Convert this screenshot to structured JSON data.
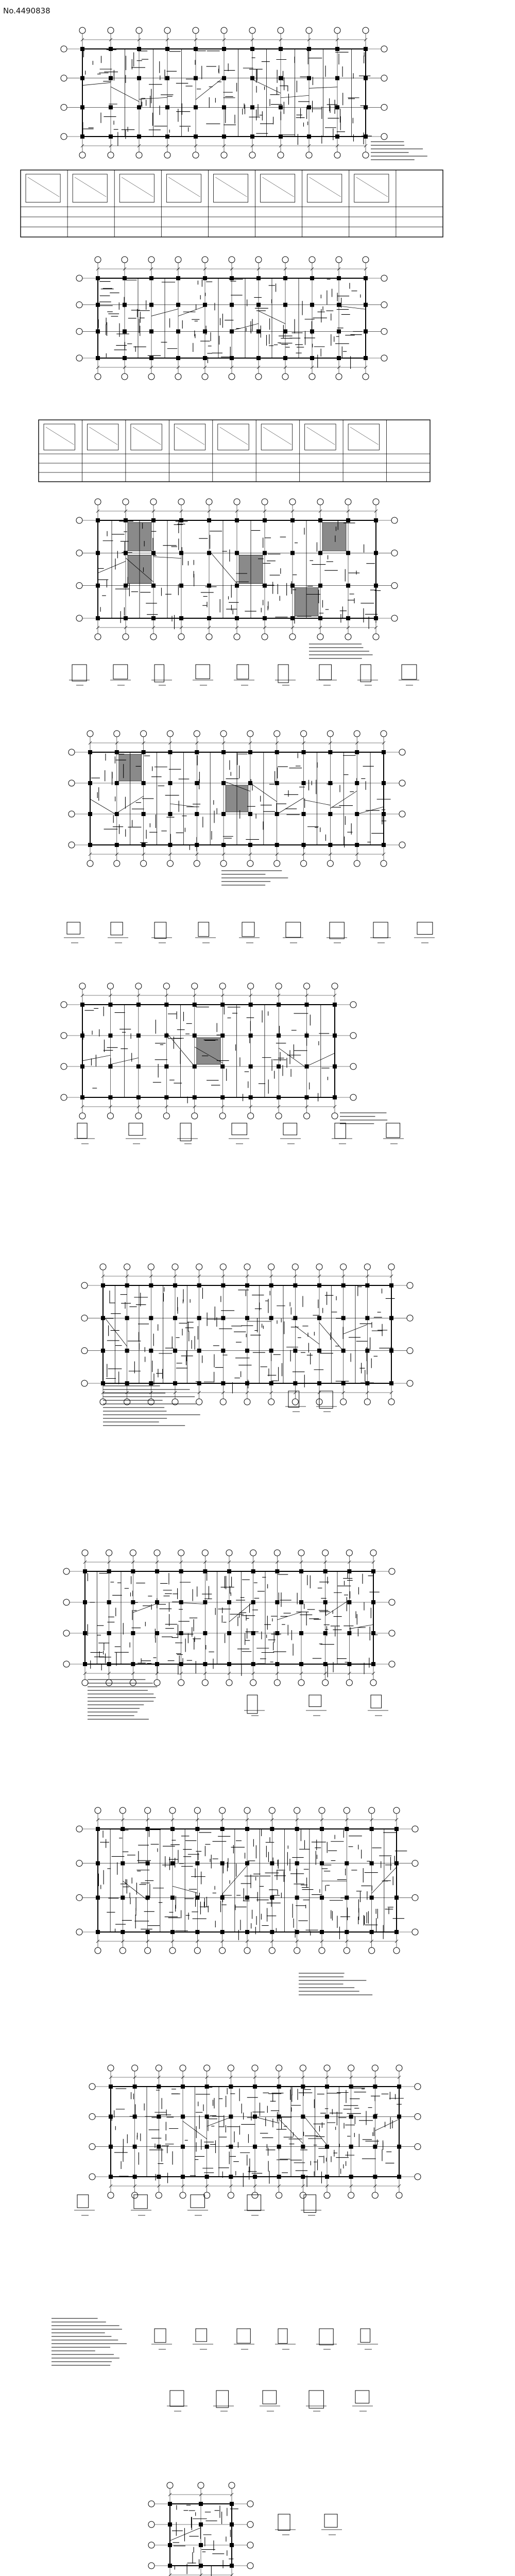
{
  "watermark": {
    "id_text": "No.4490838"
  },
  "drawing": {
    "kind": "structural construction drawing set",
    "sheets": 10,
    "line_color": "#000000",
    "fill_color": "#8a8a8a",
    "background": "#ffffff"
  }
}
